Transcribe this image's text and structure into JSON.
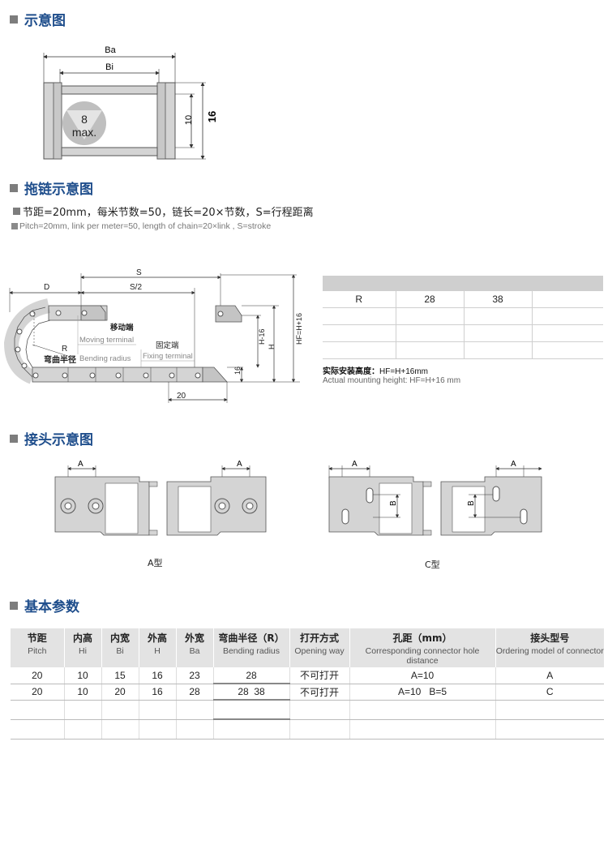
{
  "sections": {
    "s1": "示意图",
    "s2": "拖链示意图",
    "s3": "接头示意图",
    "s4": "基本参数"
  },
  "schematic": {
    "ba": "Ba",
    "bi": "Bi",
    "dim10": "10",
    "dim16": "16",
    "max_num": "8",
    "max_txt": "max."
  },
  "chain_text": {
    "pitch_cn": "节距=20mm，每米节数=50，链长=20×节数，S=行程距离",
    "pitch_en": "Pitch=20mm, link per meter=50, length of chain=20×link , S=stroke"
  },
  "chain_drawing": {
    "s": "S",
    "s_half": "S/2",
    "d": "D",
    "r": "R",
    "moving_cn": "移动端",
    "moving_en": "Moving terminal",
    "fixing_cn": "固定端",
    "fixing_en": "Fixing terminal",
    "bending_cn": "弯曲半径",
    "bending_en": "Bending radius",
    "h16": "H-16",
    "h": "H",
    "hf": "HF=H+16",
    "d16": "16",
    "d20": "20"
  },
  "radius_table": {
    "headers": [
      "R",
      "28",
      "38",
      ""
    ],
    "rows": [
      [
        "",
        "",
        "",
        ""
      ],
      [
        "",
        "",
        "",
        ""
      ],
      [
        "",
        "",
        "",
        ""
      ]
    ]
  },
  "mounting": {
    "cn": "实际安装高度：",
    "cn_formula": "HF=H+16mm",
    "en": "Actual mounting height: HF=H+16 mm"
  },
  "connector": {
    "a": "A",
    "b": "B",
    "type_a": "A型",
    "type_c": "C型"
  },
  "param_table": {
    "headers": [
      {
        "cn": "节距",
        "en": "Pitch"
      },
      {
        "cn": "内高",
        "en": "Hi"
      },
      {
        "cn": "内宽",
        "en": "Bi"
      },
      {
        "cn": "外高",
        "en": "H"
      },
      {
        "cn": "外宽",
        "en": "Ba"
      },
      {
        "cn": "弯曲半径（R）",
        "en": "Bending radius"
      },
      {
        "cn": "打开方式",
        "en": "Opening way"
      },
      {
        "cn": "孔距（mm）",
        "en": "Corresponding connector hole distance"
      },
      {
        "cn": "接头型号",
        "en": "Ordering model of connector"
      }
    ],
    "rows": [
      [
        "20",
        "10",
        "15",
        "16",
        "23",
        "28",
        "不可打开",
        "A=10",
        "A"
      ],
      [
        "20",
        "10",
        "20",
        "16",
        "28",
        "28  38",
        "不可打开",
        "A=10   B=5",
        "C"
      ],
      [
        "",
        "",
        "",
        "",
        "",
        "",
        "",
        "",
        ""
      ],
      [
        "",
        "",
        "",
        "",
        "",
        "",
        "",
        "",
        ""
      ]
    ]
  },
  "colors": {
    "title_blue": "#1f4e8c",
    "part_gray": "#d4d4d4",
    "header_gray": "#e3e3e3"
  }
}
